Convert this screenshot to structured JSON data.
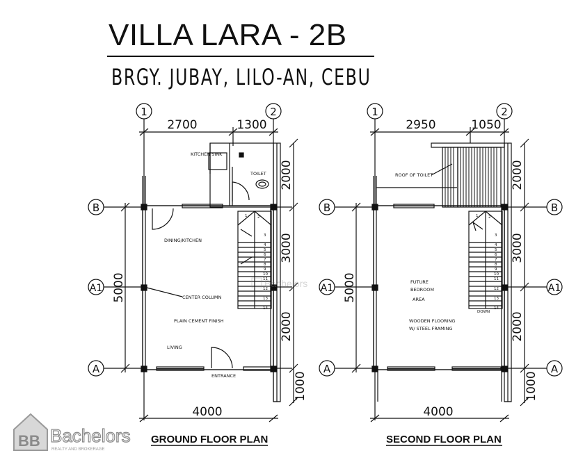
{
  "header": {
    "title": "VILLA LARA - 2B",
    "location": "BRGY. JUBAY, LILO-AN, CEBU"
  },
  "grid": {
    "col_1": "1",
    "col_2": "2",
    "row_b": "B",
    "row_a1": "A1",
    "row_a": "A"
  },
  "ground_floor": {
    "caption": "GROUND FLOOR PLAN",
    "dim_top_left": "2700",
    "dim_top_right": "1300",
    "dim_bottom": "4000",
    "dim_left": "5000",
    "dim_right_1": "2000",
    "dim_right_2": "3000",
    "dim_right_3": "2000",
    "dim_right_4": "1000",
    "labels": {
      "kitchen_sink": "KITCHEN SINK",
      "toilet": "TOILET",
      "dining_kitchen": "DINING/KITCHEN",
      "center_column": "CENTER COLUMN",
      "plain_cement": "PLAIN CEMENT FINISH",
      "living": "LIVING",
      "entrance": "ENTRANCE"
    },
    "stair_steps": [
      "1",
      "2",
      "3",
      "4",
      "5",
      "6",
      "7",
      "8",
      "9",
      "10",
      "11",
      "12",
      "13",
      "14"
    ]
  },
  "second_floor": {
    "caption": "SECOND FLOOR PLAN",
    "dim_top_left": "2950",
    "dim_top_right": "1050",
    "dim_bottom": "4000",
    "dim_left": "5000",
    "dim_right_1": "2000",
    "dim_right_2": "3000",
    "dim_right_3": "2000",
    "dim_right_4": "1000",
    "labels": {
      "roof_of_toilet": "ROOF OF TOILET",
      "future_line1": "FUTURE",
      "future_line2": "BEDROOM",
      "future_line3": "AREA",
      "flooring_line1": "WOODEN FLOORING",
      "flooring_line2": "W/ STEEL FRAMING",
      "down": "DOWN"
    },
    "stair_steps": [
      "1",
      "2",
      "3",
      "4",
      "5",
      "6",
      "7",
      "8",
      "9",
      "10",
      "11",
      "12",
      "13",
      "14"
    ]
  },
  "watermark": {
    "brand": "Bachelors",
    "tagline": "REALTY AND BROKERAGE"
  },
  "colors": {
    "ink": "#111111",
    "watermark": "#9a9a9a"
  }
}
